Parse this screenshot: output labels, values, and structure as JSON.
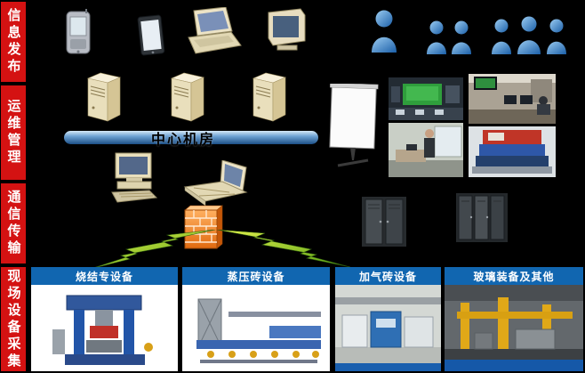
{
  "sections": [
    {
      "label": "信息发布"
    },
    {
      "label": "运维管理"
    },
    {
      "label": "通信传输"
    },
    {
      "label": "现场设备采集"
    }
  ],
  "center_room": {
    "label": "中心机房"
  },
  "panels": [
    {
      "label": "烧结专设备"
    },
    {
      "label": "蒸压砖设备"
    },
    {
      "label": "加气砖设备"
    },
    {
      "label": "玻璃装备及其他"
    }
  ],
  "colors": {
    "background": "#000000",
    "section_label_red": "#d41212",
    "panel_header_blue": "#1166b0",
    "pipe_blue": "#6fa3d4",
    "people_blue": "#3d84c8",
    "firewall_orange": "#ef7f1a",
    "lightning_green": "#8cc63e"
  }
}
